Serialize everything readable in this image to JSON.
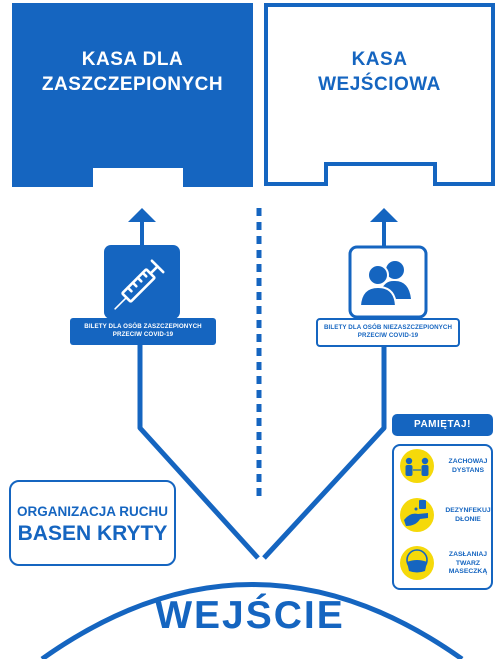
{
  "cashier_vaccinated": {
    "title_line1": "KASA DLA",
    "title_line2": "ZASZCZEPIONYCH",
    "icon": "syringe-icon",
    "ticket_line1": "BILETY DLA OSÓB ZASZCZEPIONYCH",
    "ticket_line2": "PRZECIW COVID-19"
  },
  "cashier_entrance": {
    "title_line1": "KASA",
    "title_line2": "WEJŚCIOWA",
    "icon": "people-icon",
    "ticket_line1": "BILETY DLA OSÓB NIEZASZCZEPIONYCH",
    "ticket_line2": "PRZECIW COVID-19"
  },
  "organization": {
    "line1": "ORGANIZACJA RUCHU",
    "line2": "BASEN KRYTY"
  },
  "remember": {
    "title": "PAMIĘTAJ!",
    "rules": [
      {
        "line1": "ZACHOWAJ",
        "line2": "DYSTANS",
        "icon": "distance-icon"
      },
      {
        "line1": "DEZYNFEKUJ",
        "line2": "DŁONIE",
        "icon": "hand-sanitize-icon"
      },
      {
        "line1": "ZASŁANIAJ",
        "line2": "TWARZ",
        "line3": "MASECZKĄ",
        "icon": "face-mask-icon"
      }
    ]
  },
  "entrance_label": "WEJŚCIE",
  "colors": {
    "brand_blue": "#1565c0",
    "warning_yellow": "#f5d90a",
    "background": "#ffffff"
  }
}
